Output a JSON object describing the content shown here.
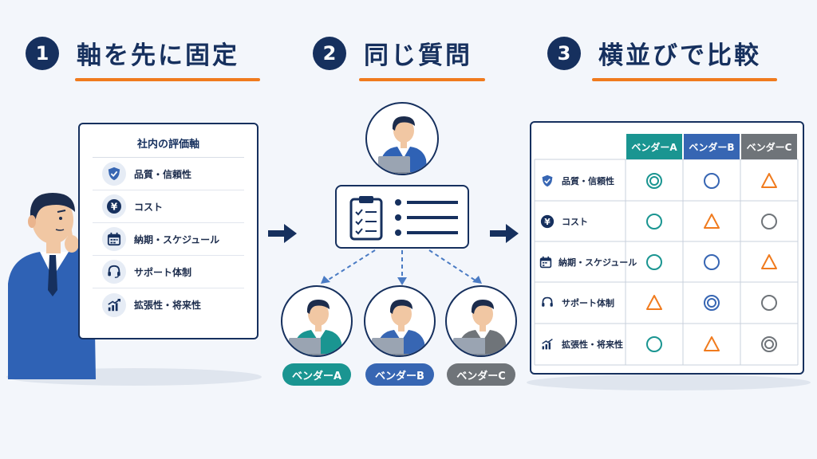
{
  "colors": {
    "navy": "#16305e",
    "orange": "#f07b1e",
    "teal": "#1a9591",
    "blue": "#3766b3",
    "gray": "#6f7479"
  },
  "steps": [
    {
      "number": "1",
      "title": "軸を先に固定"
    },
    {
      "number": "2",
      "title": "同じ質問"
    },
    {
      "number": "3",
      "title": "横並びで比較"
    }
  ],
  "criteria_card": {
    "title": "社内の評価軸",
    "items": [
      {
        "label": "品質・信頼性",
        "icon": "shield-check-icon"
      },
      {
        "label": "コスト",
        "icon": "yen-icon"
      },
      {
        "label": "納期・スケジュール",
        "icon": "calendar-icon"
      },
      {
        "label": "サポート体制",
        "icon": "headset-icon"
      },
      {
        "label": "拡張性・将来性",
        "icon": "growth-chart-icon"
      }
    ]
  },
  "vendors": [
    {
      "label": "ベンダーA",
      "color": "#1a9591"
    },
    {
      "label": "ベンダーB",
      "color": "#3766b3"
    },
    {
      "label": "ベンダーC",
      "color": "#6f7479"
    }
  ],
  "comparison": {
    "columns": [
      "ベンダーA",
      "ベンダーB",
      "ベンダーC"
    ],
    "rows": [
      {
        "label": "品質・信頼性",
        "icon": "shield-check-icon",
        "ratings": [
          "double-circle",
          "circle",
          "triangle"
        ]
      },
      {
        "label": "コスト",
        "icon": "yen-icon",
        "ratings": [
          "circle",
          "triangle",
          "circle"
        ]
      },
      {
        "label": "納期・スケジュール",
        "icon": "calendar-icon",
        "ratings": [
          "circle",
          "circle",
          "triangle"
        ]
      },
      {
        "label": "サポート体制",
        "icon": "headset-icon",
        "ratings": [
          "triangle",
          "double-circle",
          "circle"
        ]
      },
      {
        "label": "拡張性・将来性",
        "icon": "growth-chart-icon",
        "ratings": [
          "circle",
          "triangle",
          "double-circle"
        ]
      }
    ]
  }
}
